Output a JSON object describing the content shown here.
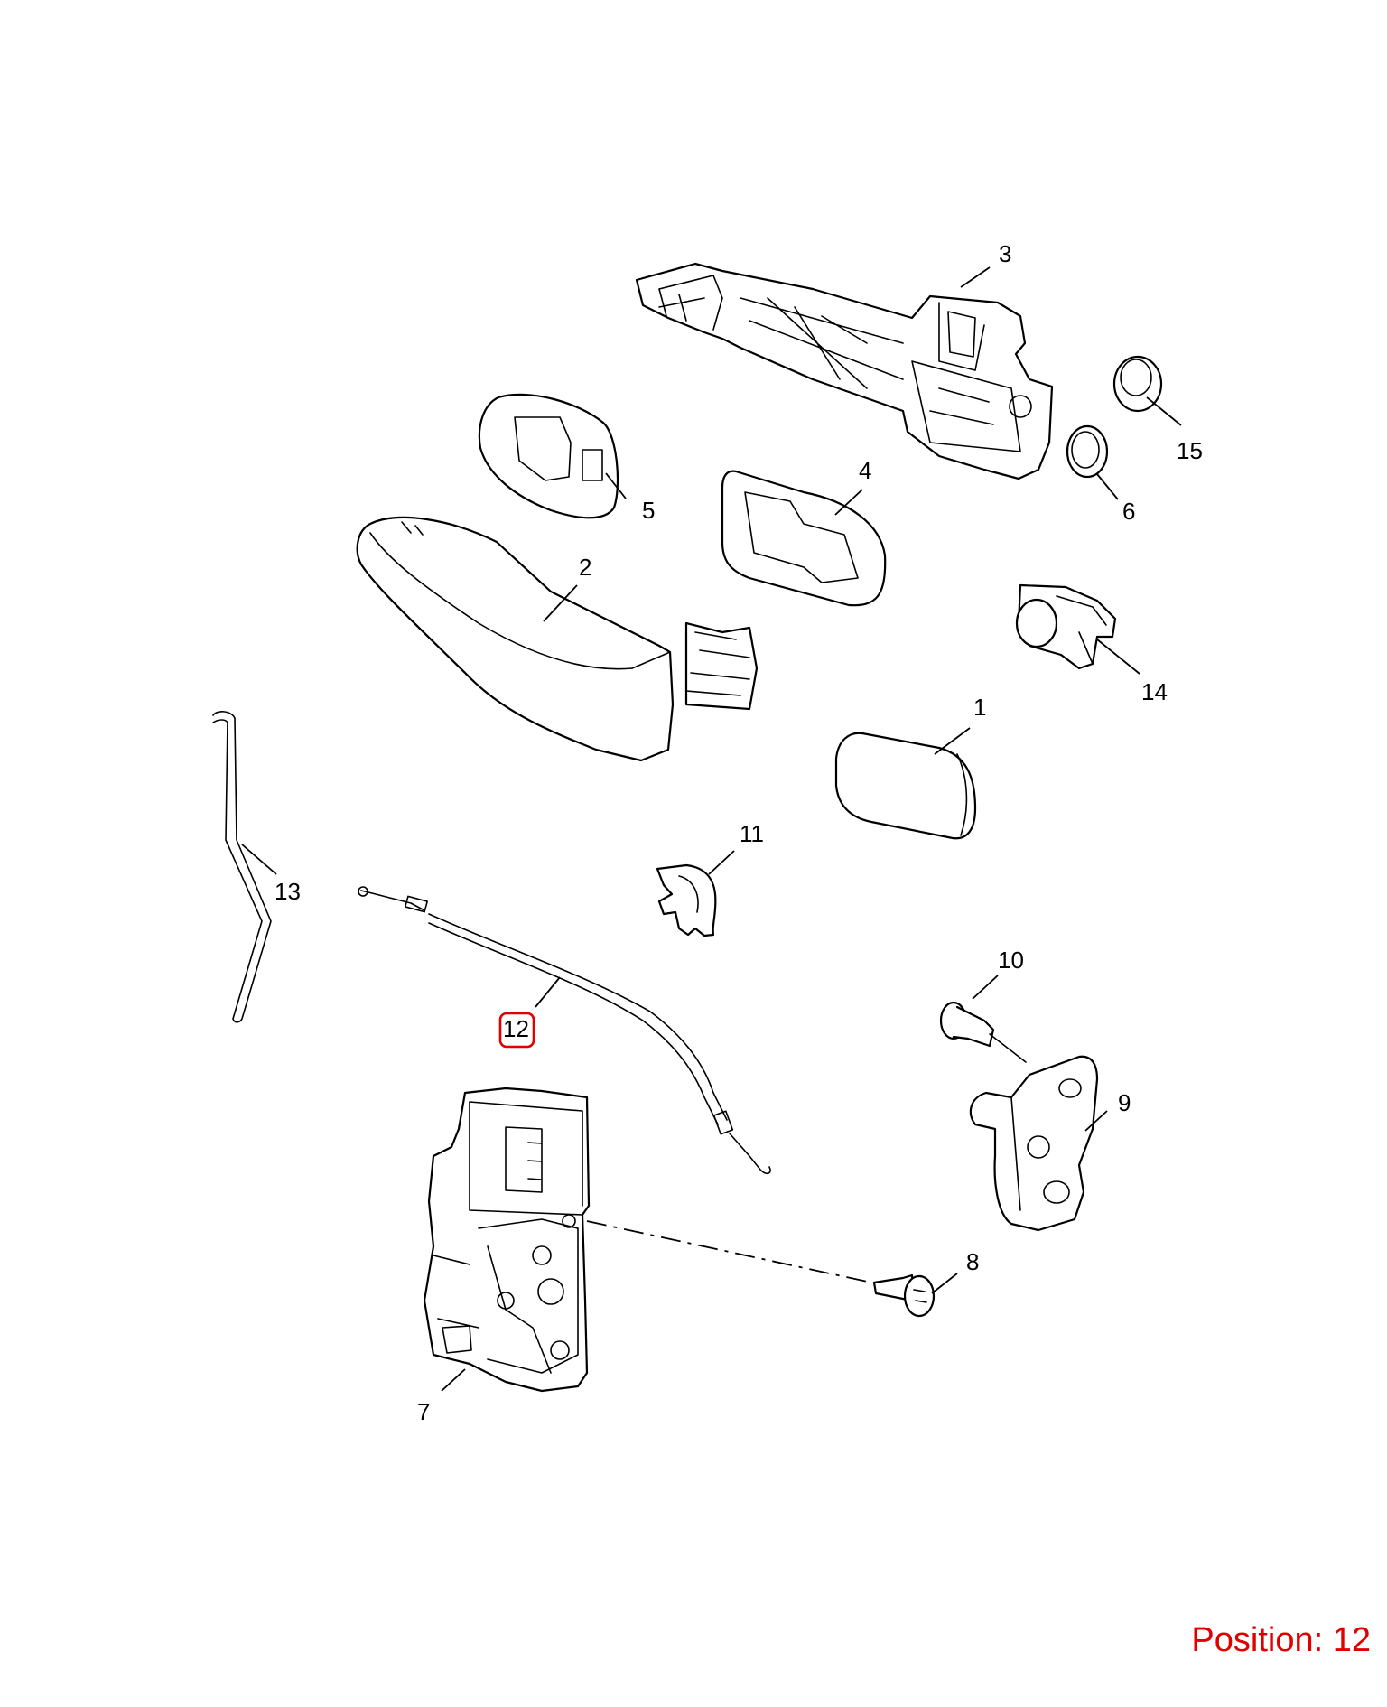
{
  "callouts": {
    "c1": "1",
    "c2": "2",
    "c3": "3",
    "c4": "4",
    "c5": "5",
    "c6": "6",
    "c7": "7",
    "c8": "8",
    "c9": "9",
    "c10": "10",
    "c11": "11",
    "c12": "12",
    "c13": "13",
    "c14": "14",
    "c15": "15"
  },
  "position_prefix": "Position: ",
  "position_value": "12",
  "highlight_color": "#e00000"
}
